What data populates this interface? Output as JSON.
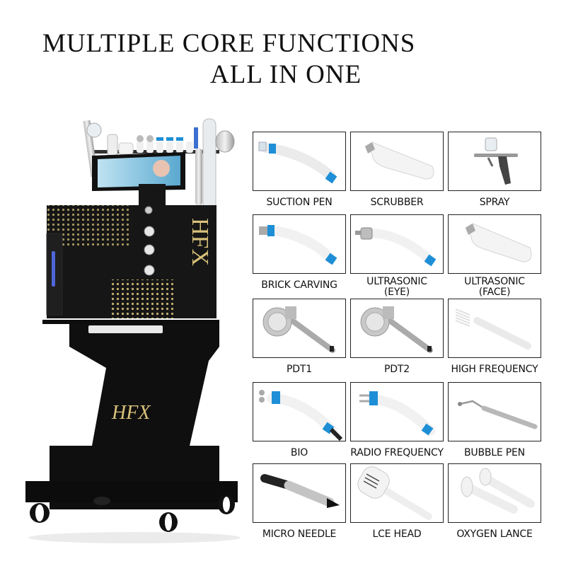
{
  "headline": {
    "line1": "MULTIPLE CORE FUNCTIONS",
    "line2": "ALL IN ONE"
  },
  "machine": {
    "brand_side": "HFX",
    "brand_stand": "HFX",
    "colors": {
      "body": "#141414",
      "gold": "#d9c27a",
      "accent_blue": "#1e8fd6"
    }
  },
  "functions": [
    {
      "label": "SUCTION PEN",
      "icon": "suction-pen"
    },
    {
      "label": "SCRUBBER",
      "icon": "scrubber"
    },
    {
      "label": "SPRAY",
      "icon": "spray-gun"
    },
    {
      "label": "BRICK CARVING",
      "icon": "brick-carving"
    },
    {
      "label_l1": "ULTRASONIC",
      "label_l2": "(EYE)",
      "icon": "ultrasonic-eye"
    },
    {
      "label_l1": "ULTRASONIC",
      "label_l2": "(FACE)",
      "icon": "ultrasonic-face"
    },
    {
      "label": "PDT1",
      "icon": "pdt"
    },
    {
      "label": "PDT2",
      "icon": "pdt"
    },
    {
      "label": "HIGH FREQUENCY",
      "icon": "high-frequency"
    },
    {
      "label": "BIO",
      "icon": "bio"
    },
    {
      "label": "RADIO FREQUENCY",
      "icon": "radio-frequency"
    },
    {
      "label": "BUBBLE PEN",
      "icon": "bubble-pen"
    },
    {
      "label": "MICRO NEEDLE",
      "icon": "micro-needle"
    },
    {
      "label": "LCE HEAD",
      "icon": "ice-head"
    },
    {
      "label": "OXYGEN LANCE",
      "icon": "oxygen-lance"
    }
  ]
}
